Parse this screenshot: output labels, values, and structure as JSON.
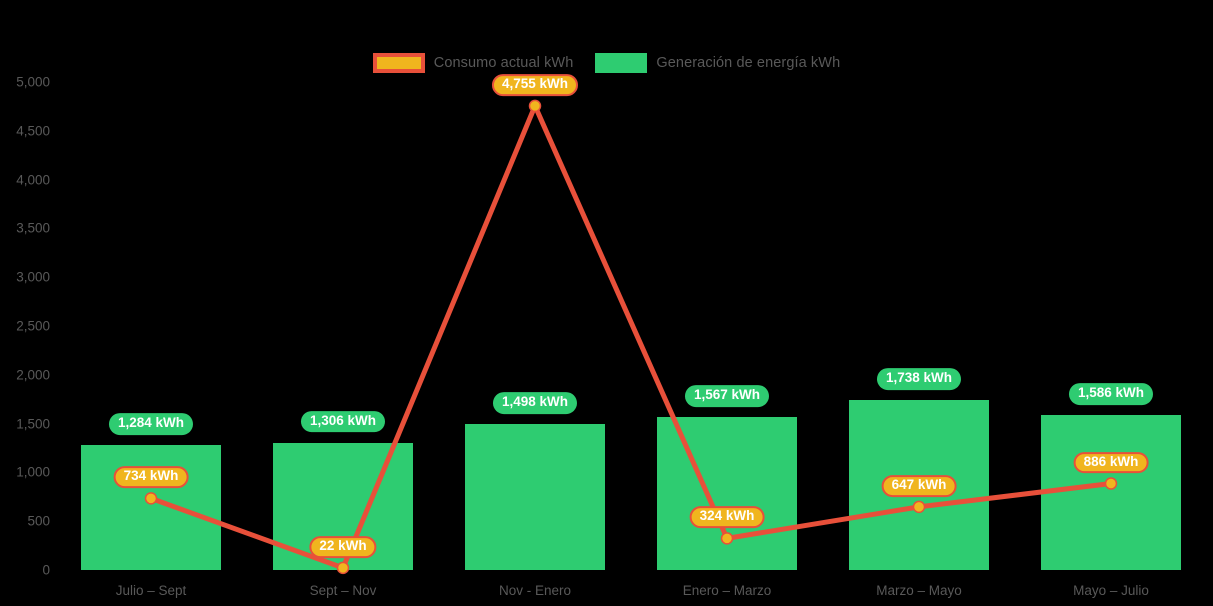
{
  "legend": {
    "position": "top-center",
    "items": [
      {
        "label": "Consumo actual kWh",
        "swatch": "consumo-swatch",
        "fill": "#F0B51E",
        "stroke": "#E8503A"
      },
      {
        "label": "Generación de energía kWh",
        "swatch": "generacion-swatch",
        "fill": "#2ECC71"
      }
    ]
  },
  "chart_data": {
    "type": "bar",
    "title": "",
    "xlabel": "",
    "ylabel": "",
    "ylim": [
      0,
      5000
    ],
    "grid": false,
    "legend_position": "top-center",
    "categories": [
      "Julio – Sept",
      "Sept – Nov",
      "Nov - Enero",
      "Enero – Marzo",
      "Marzo – Mayo",
      "Mayo – Julio"
    ],
    "yticks": [
      "0",
      "500",
      "1,000",
      "1,500",
      "2,000",
      "2,500",
      "3,000",
      "3,500",
      "4,000",
      "4,500",
      "5,000"
    ],
    "ytick_values": [
      0,
      500,
      1000,
      1500,
      2000,
      2500,
      3000,
      3500,
      4000,
      4500,
      5000
    ],
    "series": [
      {
        "name": "Generación de energía kWh",
        "type": "bar",
        "color": "#2ECC71",
        "values": [
          1284,
          1306,
          1498,
          1567,
          1738,
          1586
        ],
        "labels": [
          "1,284 kWh",
          "1,306 kWh",
          "1,498 kWh",
          "1,567 kWh",
          "1,738 kWh",
          "1,586 kWh"
        ]
      },
      {
        "name": "Consumo actual kWh",
        "type": "line",
        "color": "#E8503A",
        "marker_color": "#F0B51E",
        "values": [
          734,
          22,
          4755,
          324,
          647,
          886
        ],
        "labels": [
          "734 kWh",
          "22 kWh",
          "4,755 kWh",
          "324 kWh",
          "647 kWh",
          "886 kWh"
        ]
      }
    ]
  },
  "colors": {
    "background": "#000000",
    "bar": "#2ECC71",
    "line": "#E8503A",
    "marker": "#F0B51E",
    "axis_text": "#595959"
  }
}
